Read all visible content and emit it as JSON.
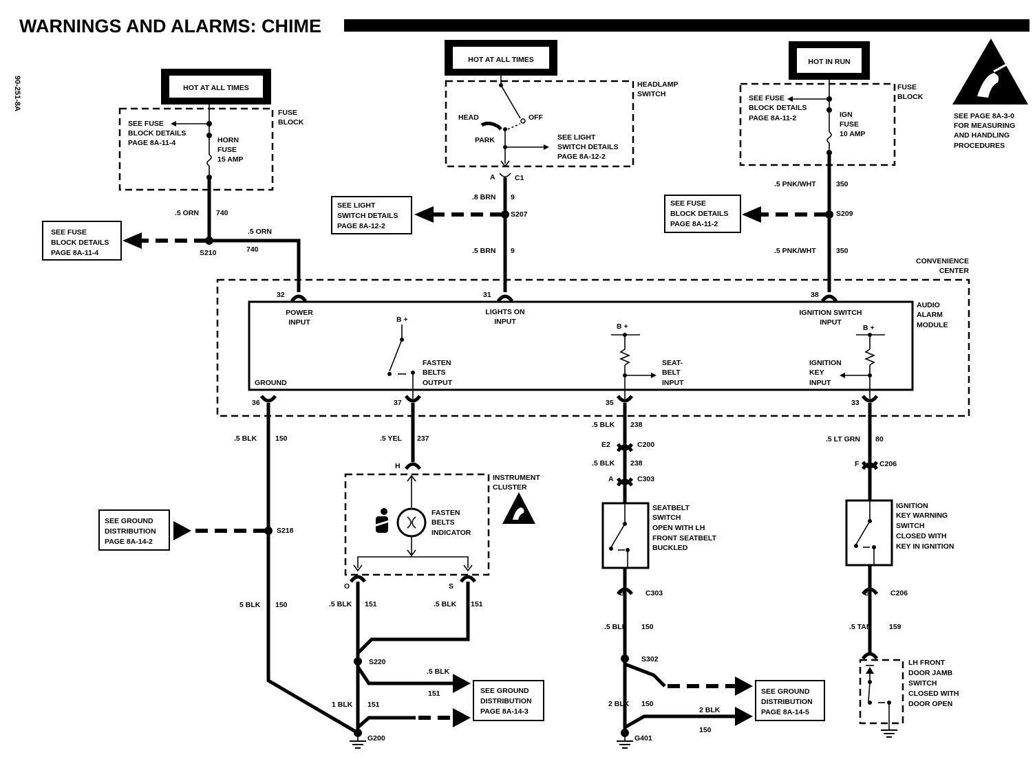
{
  "header": {
    "title": "WARNINGS AND ALARMS:  CHIME",
    "side_code": "90-251-8A"
  },
  "power": {
    "hot1": "HOT AT ALL TIMES",
    "hot2": "HOT AT ALL TIMES",
    "hot3": "HOT IN RUN"
  },
  "fuse_block_left": {
    "label": [
      "FUSE",
      "BLOCK"
    ],
    "note": [
      "SEE FUSE",
      "BLOCK DETAILS",
      "PAGE 8A-11-4"
    ],
    "fuse": [
      "HORN",
      "FUSE",
      "15 AMP"
    ]
  },
  "headlamp": {
    "label": [
      "HEADLAMP",
      "SWITCH"
    ],
    "head": "HEAD",
    "off": "OFF",
    "park": "PARK",
    "note": [
      "SEE LIGHT",
      "SWITCH DETAILS",
      "PAGE 8A-12-2"
    ],
    "conn_a": "A",
    "conn_c1": "C1"
  },
  "fuse_block_right": {
    "label": [
      "FUSE",
      "BLOCK"
    ],
    "note": [
      "SEE FUSE",
      "BLOCK DETAILS",
      "PAGE 8A-11-2"
    ],
    "fuse": [
      "IGN",
      "FUSE",
      "10 AMP"
    ]
  },
  "esd_note": [
    "SEE PAGE 8A-3-0",
    "FOR MEASURING",
    "AND HANDLING",
    "PROCEDURES"
  ],
  "wires_top": {
    "orn1": ".5 ORN",
    "c740a": "740",
    "orn2": ".5 ORN",
    "c740b": "740",
    "s210": "S210",
    "brn1": ".8 BRN",
    "c9a": "9",
    "s207": "S207",
    "brn2": ".5 BRN",
    "c9b": "9",
    "pnk1": ".5 PNK/WHT",
    "c350a": "350",
    "s209": "S209",
    "pnk2": ".5 PNK/WHT",
    "c350b": "350"
  },
  "refs_top": {
    "left": [
      "SEE FUSE",
      "BLOCK DETAILS",
      "PAGE 8A-11-4"
    ],
    "mid": [
      "SEE LIGHT",
      "SWITCH DETAILS",
      "PAGE 8A-12-2"
    ],
    "right": [
      "SEE FUSE",
      "BLOCK DETAILS",
      "PAGE 8A-11-2"
    ]
  },
  "convenience": {
    "label": [
      "CONVENIENCE",
      "CENTER"
    ]
  },
  "module": {
    "label": [
      "AUDIO",
      "ALARM",
      "MODULE"
    ],
    "pin32": "32",
    "pin31": "31",
    "pin38": "38",
    "power": [
      "POWER",
      "INPUT"
    ],
    "lights": [
      "LIGHTS ON",
      "INPUT"
    ],
    "ign": [
      "IGNITION SWITCH",
      "INPUT"
    ],
    "bplus": "B +",
    "fasten": [
      "FASTEN",
      "BELTS",
      "OUTPUT"
    ],
    "seat": [
      "SEAT-",
      "BELT",
      "INPUT"
    ],
    "key": [
      "IGNITION",
      "KEY",
      "INPUT"
    ],
    "ground": "GROUND",
    "pin36": "36",
    "pin37": "37",
    "pin35": "35",
    "pin33": "33"
  },
  "lower": {
    "blk150a": ".5 BLK",
    "c150a": "150",
    "yel": ".5 YEL",
    "c237": "237",
    "blk238a": ".5 BLK",
    "c238a": "238",
    "e2": "E2",
    "c200": "C200",
    "blk238b": ".5 BLK",
    "c238b": "238",
    "a": "A",
    "c303a": "C303",
    "ltgrn": ".5 LT GRN",
    "c80": "80",
    "f": "F",
    "c206a": "C206",
    "h": "H",
    "s218": "S218",
    "blk150b": "5 BLK",
    "c150b": "150",
    "o": "O",
    "s": "S",
    "blk151a": ".5 BLK",
    "c151a": "151",
    "blk151b": ".5 BLK",
    "c151b": "151",
    "s220": "S220",
    "blk151c": ".5 BLK",
    "c151c": "151",
    "blk151d": "1 BLK",
    "c151d": "151",
    "g200": "G200",
    "b": "B",
    "c303b": "C303",
    "blk150c": ".5 BLK",
    "c150c": "150",
    "s302": "S302",
    "blk150d": "2 BLK",
    "c150d": "150",
    "blk150e": "2 BLK",
    "c150e": "150",
    "g401": "G401",
    "e": "E",
    "c206b": "C206",
    "tan": ".5 TAN",
    "c159": "159"
  },
  "cluster": {
    "label": [
      "INSTRUMENT",
      "CLUSTER"
    ],
    "ind": [
      "FASTEN",
      "BELTS",
      "INDICATOR"
    ]
  },
  "seatbelt_switch": [
    "SEATBELT",
    "SWITCH",
    "OPEN WITH LH",
    "FRONT SEATBELT",
    "BUCKLED"
  ],
  "ign_key_switch": [
    "IGNITION",
    "KEY WARNING",
    "SWITCH",
    "CLOSED WITH",
    "KEY IN IGNITION"
  ],
  "door_switch": [
    "LH FRONT",
    "DOOR JAMB",
    "SWITCH",
    "CLOSED WITH",
    "DOOR OPEN"
  ],
  "refs_bottom": {
    "g1": [
      "SEE GROUND",
      "DISTRIBUTION",
      "PAGE 8A-14-2"
    ],
    "g2": [
      "SEE GROUND",
      "DISTRIBUTION",
      "PAGE 8A-14-3"
    ],
    "g3": [
      "SEE GROUND",
      "DISTRIBUTION",
      "PAGE 8A-14-5"
    ]
  }
}
